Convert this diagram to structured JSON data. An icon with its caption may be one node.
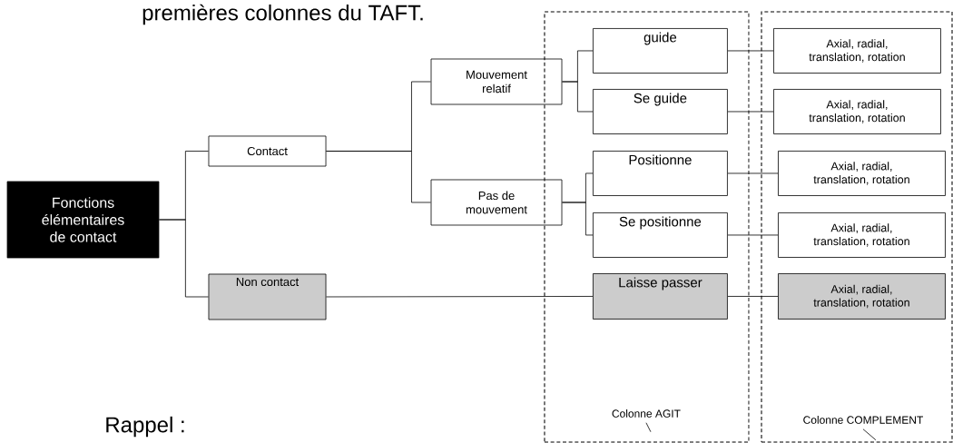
{
  "diagram": {
    "nodes": [
      {
        "text": [
          "Fonctions élémentaires de contact"
        ]
      },
      {
        "text": [
          "Contact"
        ]
      },
      {
        "text": [
          "Non contact"
        ]
      },
      {
        "text": [
          "Mouvement relatif"
        ]
      },
      {
        "text": [
          "Pas de mouvement"
        ]
      },
      {
        "text": [],
        "shape": "box"
      },
      {
        "text": [
          "guide"
        ],
        "in": 5
      },
      {
        "text": [
          "Se guide"
        ],
        "in": 5
      },
      {
        "text": [
          "Positionne"
        ],
        "in": 5
      },
      {
        "text": [
          "Se positionne"
        ],
        "in": 5
      },
      {
        "text": [
          "Laisse passer"
        ],
        "in": 5
      },
      {
        "text": [
          "Colonne AGIT"
        ],
        "in": 5
      },
      {
        "text": [],
        "shape": "box"
      },
      {
        "text": [
          "Axial, radial, translation, rotation"
        ],
        "in": 12
      },
      {
        "text": [
          "Axial, radial, translation, rotation"
        ],
        "in": 12
      },
      {
        "text": [
          "Axial, radial, translation, rotation"
        ],
        "in": 12
      },
      {
        "text": [
          "Axial, radial, translation, rotation"
        ],
        "in": 12
      },
      {
        "text": [
          "Axial, radial, translation, rotation"
        ],
        "in": 12
      },
      {
        "text": [
          "Colonne COMPLEMENT"
        ],
        "in": 12
      }
    ],
    "edges": [
      {
        "from": 0,
        "to": 1,
        "arrow": "none"
      },
      {
        "from": 0,
        "to": 2,
        "arrow": "none"
      },
      {
        "from": 1,
        "to": 3,
        "arrow": "none"
      },
      {
        "from": 1,
        "to": 4,
        "arrow": "none"
      },
      {
        "from": 3,
        "to": 6,
        "arrow": "none"
      },
      {
        "from": 3,
        "to": 7,
        "arrow": "none"
      },
      {
        "from": 4,
        "to": 8,
        "arrow": "none"
      },
      {
        "from": 4,
        "to": 9,
        "arrow": "none"
      },
      {
        "from": 2,
        "to": 10,
        "arrow": "none"
      },
      {
        "from": 6,
        "to": 13,
        "arrow": "none"
      },
      {
        "from": 7,
        "to": 14,
        "arrow": "none"
      },
      {
        "from": 8,
        "to": 15,
        "arrow": "none"
      },
      {
        "from": 9,
        "to": 16,
        "arrow": "none"
      },
      {
        "from": 10,
        "to": 17,
        "arrow": "none"
      },
      {
        "from": 11,
        "to": null,
        "arrow": "none"
      },
      {
        "from": 18,
        "to": null,
        "arrow": "none"
      }
    ],
    "labels": [
      "premières colonnes du TAFT.",
      "Rappel :"
    ]
  }
}
